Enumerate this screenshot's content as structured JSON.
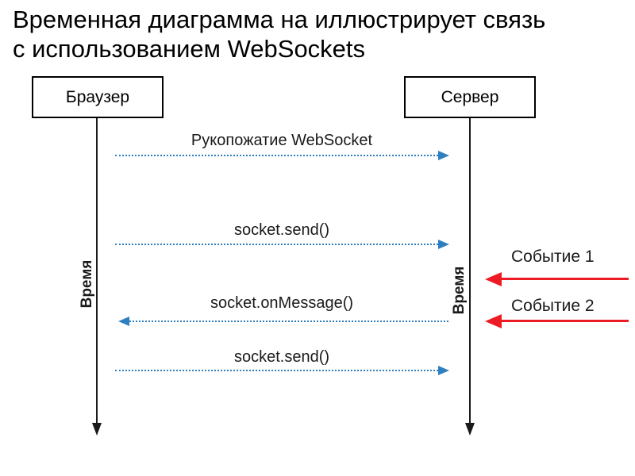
{
  "title": {
    "line1": "Временная диаграмма на иллюстрирует связь",
    "line2": "с использованием WebSockets"
  },
  "diagram": {
    "actors": [
      {
        "label": "Браузер"
      },
      {
        "label": "Сервер"
      }
    ],
    "lifeline_label": "Время",
    "messages": [
      {
        "label": "Рукопожатие WebSocket",
        "direction": "right"
      },
      {
        "label": "socket.send()",
        "direction": "right"
      },
      {
        "label": "socket.onMessage()",
        "direction": "left"
      },
      {
        "label": "socket.send()",
        "direction": "right"
      }
    ],
    "events": [
      {
        "label": "Событие 1"
      },
      {
        "label": "Событие 2"
      }
    ],
    "colors": {
      "message_arrow": "#2e7fc0",
      "event_arrow": "#ed1c24",
      "lifeline": "#1a1a1a"
    }
  }
}
